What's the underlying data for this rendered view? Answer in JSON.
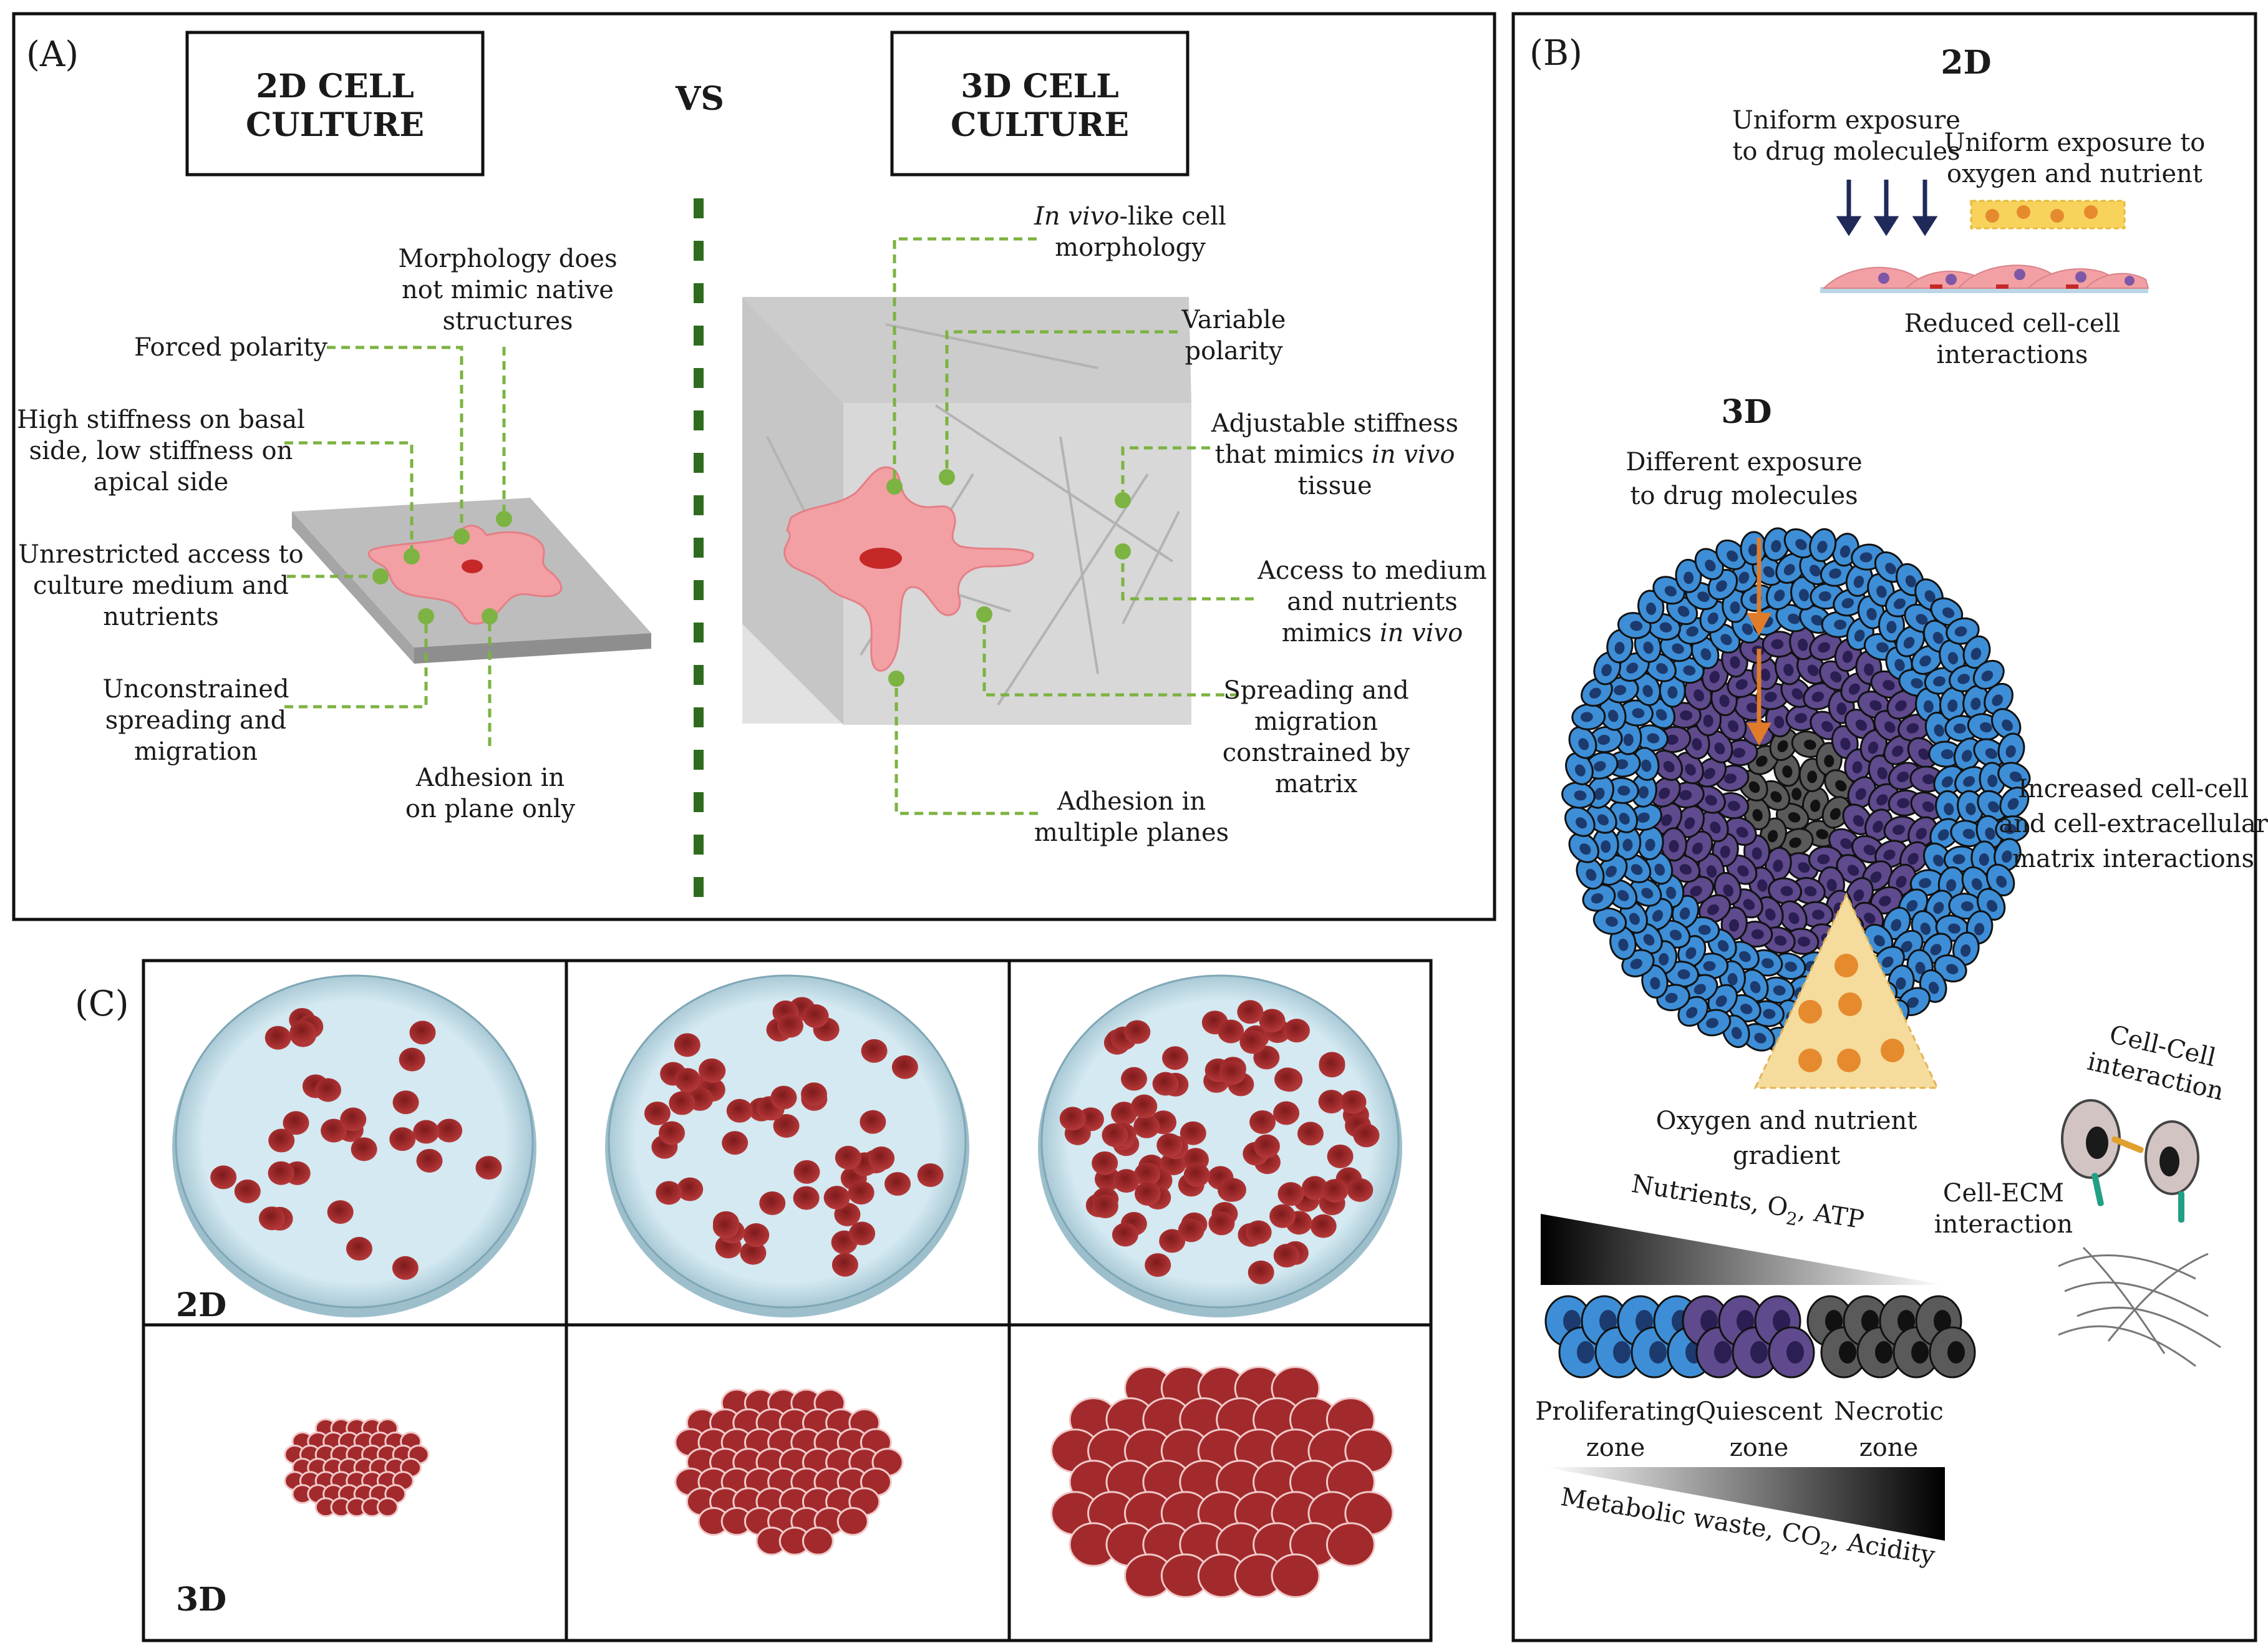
{
  "panelA": {
    "letter": "(A)",
    "box2d": "2D CELL\nCULTURE",
    "box3d": "3D CELL\nCULTURE",
    "vs": "VS",
    "left_labels": {
      "morphology": "Morphology does\nnot mimic native\nstructures",
      "polarity": "Forced polarity",
      "stiffness": "High stiffness on basal\nside, low stiffness on\napical side",
      "access": "Unrestricted access to\nculture medium and\nnutrients",
      "spreading": "Unconstrained\nspreading and\nmigration",
      "adhesion": "Adhesion in\non plane only"
    },
    "right_labels": {
      "morphology_italic": "In vivo",
      "morphology_rest": "-like cell",
      "morphology_line2": "morphology",
      "polarity": "Variable\npolarity",
      "stiffness_l1": "Adjustable stiffness",
      "stiffness_l2a": "that mimics ",
      "stiffness_l2b": "in vivo",
      "stiffness_l3": "tissue",
      "access_l1": "Access to medium",
      "access_l2": "and nutrients",
      "access_l3a": "mimics ",
      "access_l3b": "in vivo",
      "spreading": "Spreading and\nmigration\nconstrained by\nmatrix",
      "adhesion": "Adhesion in\nmultiple planes"
    }
  },
  "panelB": {
    "letter": "(B)",
    "h2d": "2D",
    "uniform_drug": "Uniform exposure\nto drug molecules",
    "uniform_oxygen": "Uniform exposure to\noxygen and nutrient",
    "reduced": "Reduced cell-cell\ninteractions",
    "h3d": "3D",
    "different": "Different exposure\nto drug molecules",
    "increased": "Increased cell-cell\nand cell-extracellular\nmatrix  interactions",
    "gradient": "Oxygen and nutrient\ngradient",
    "cellcell": "Cell-Cell\ninteraction",
    "cellecm": "Cell-ECM\ninteraction",
    "nutrients_a": "Nutrients, O",
    "nutrients_sub": "2",
    "nutrients_b": ", ATP",
    "zones": [
      "Proliferating\nzone",
      "Quiescent\nzone",
      "Necrotic\nzone"
    ],
    "waste_a": "Metabolic waste, CO",
    "waste_sub": "2",
    "waste_b": ", Acidity"
  },
  "panelC": {
    "letter": "(C)",
    "row2d": "2D",
    "row3d": "3D"
  },
  "colors": {
    "leader_green": "#7cb342",
    "cell_pink": "#f2a0a4",
    "nucleus_red": "#c62828",
    "spheroid_blue": "#3d8ed6",
    "spheroid_purple": "#5e4a8c",
    "spheroid_gray": "#555555",
    "dish_blue": "#cfe6ef",
    "red_cell": "#9e2a2b",
    "triangle_fill": "#f5dc9c",
    "orange_dot": "#e68a2e",
    "arrow_navy": "#1f2a5a"
  }
}
